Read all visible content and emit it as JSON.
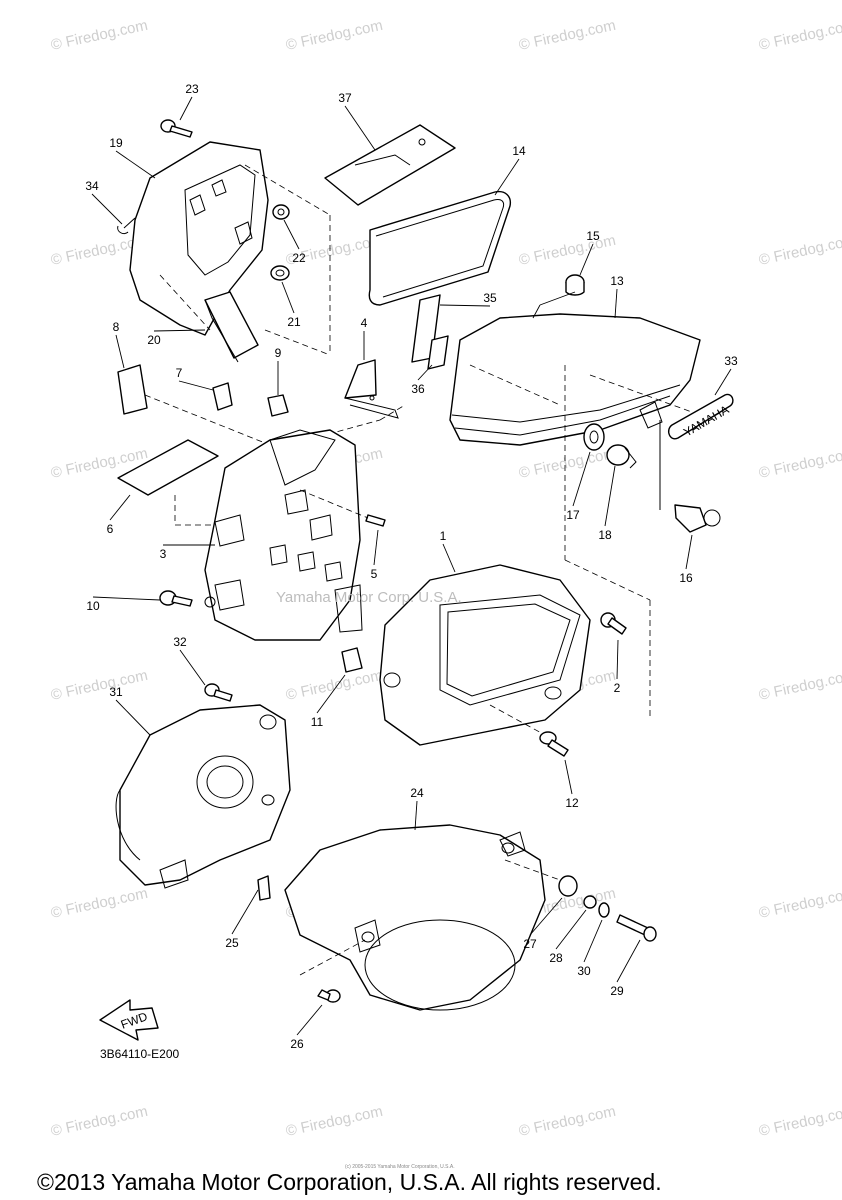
{
  "watermark": "© Firedog.com",
  "center_watermark": "Yamaha Motor Corp. U.S.A.",
  "diagram_code": "3B64110-E200",
  "fwd_label": "FWD",
  "brand_label": "YAMAHA",
  "fine_print": "(c) 2005-2015 Yamaha Motor Corporation, U.S.A.",
  "copyright": "©2013 Yamaha Motor Corporation, U.S.A. All rights reserved.",
  "parts": [
    "1",
    "2",
    "3",
    "4",
    "5",
    "6",
    "7",
    "8",
    "9",
    "10",
    "11",
    "12",
    "13",
    "14",
    "15",
    "16",
    "17",
    "18",
    "19",
    "20",
    "21",
    "22",
    "23",
    "24",
    "25",
    "26",
    "27",
    "28",
    "29",
    "30",
    "31",
    "32",
    "33",
    "34",
    "35",
    "36",
    "37"
  ]
}
